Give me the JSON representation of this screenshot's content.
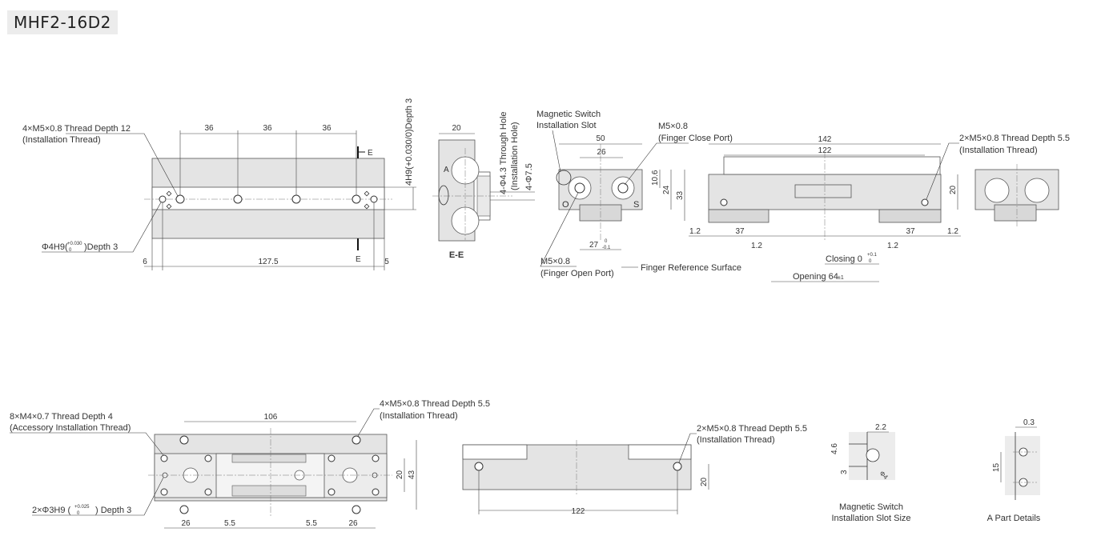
{
  "title": "MHF2-16D2",
  "colors": {
    "part_fill": "#e4e4e4",
    "line": "#444444",
    "text": "#333333"
  },
  "view1": {
    "callout_thread": "4×M5×0.8 Thread Depth 12",
    "callout_thread_sub": "(Installation Thread)",
    "callout_pin": "Φ4H9(+0.030/0)Depth 3",
    "pin_main": "Φ4H9(",
    "pin_tol_upper": "+0.030",
    "pin_tol_lower": "0",
    "pin_tail": ")Depth 3",
    "dim_36a": "36",
    "dim_36b": "36",
    "dim_36c": "36",
    "dim_6": "6",
    "dim_127_5": "127.5",
    "dim_5": "5",
    "section_e_top": "E",
    "section_e_bottom": "E",
    "vertical_label_depth": "4H9(+0.030/0)Depth 3"
  },
  "view_ee": {
    "dim_20": "20",
    "label_a": "A",
    "section_label": "E-E",
    "vertical_through": "4-Φ4.3 Through Hole",
    "vertical_installation": "(Installation Hole)",
    "vertical_phi": "4-Φ7.5"
  },
  "view_front": {
    "slot_label": "Magnetic Switch",
    "slot_label_sub": "Installation Slot",
    "close_port": "M5×0.8",
    "close_port_sub": "(Finger Close Port)",
    "open_port": "M5×0.8",
    "open_port_sub": "(Finger Open Port)",
    "ref_surface": "Finger Reference Surface",
    "dim_50": "50",
    "dim_26": "26",
    "dim_10_6": "10.6",
    "dim_24": "24",
    "dim_33": "33",
    "dim_27": "27",
    "dim_27_tol_upper": "0",
    "dim_27_tol_lower": "-0.1",
    "mark_o": "O",
    "mark_s": "S"
  },
  "view_side": {
    "dim_142": "142",
    "dim_122": "122",
    "dim_20": "20",
    "dim_1_2a": "1.2",
    "dim_37a": "37",
    "dim_1_2b": "1.2",
    "dim_1_2c": "1.2",
    "dim_37b": "37",
    "dim_1_2d": "1.2",
    "closing": "Closing 0",
    "closing_tol_upper": "+0.1",
    "closing_tol_lower": "0",
    "opening": "Opening 64",
    "opening_tol": "±1",
    "thread_callout": "2×M5×0.8 Thread Depth 5.5",
    "thread_callout_sub": "(Installation Thread)"
  },
  "view_top": {
    "callout_m4": "8×M4×0.7 Thread Depth 4",
    "callout_m4_sub": "(Accessory Installation Thread)",
    "callout_m5": "4×M5×0.8 Thread Depth 5.5",
    "callout_m5_sub": "(Installation Thread)",
    "callout_pin": "2×Φ3H9 (",
    "pin_tol_upper": "+0.025",
    "pin_tol_lower": "0",
    "pin_tail": ") Depth 3",
    "dim_106": "106",
    "dim_20": "20",
    "dim_43": "43",
    "dim_26a": "26",
    "dim_5_5a": "5.5",
    "dim_5_5b": "5.5",
    "dim_26b": "26"
  },
  "view_bottom": {
    "callout": "2×M5×0.8 Thread Depth 5.5",
    "callout_sub": "(Installation Thread)",
    "dim_122": "122",
    "dim_20": "20"
  },
  "detail_slot": {
    "dim_2_2": "2.2",
    "dim_4_6": "4.6",
    "dim_3": "3",
    "dim_phi4": "Φ4",
    "caption": "Magnetic Switch",
    "caption_sub": "Installation Slot Size"
  },
  "detail_a": {
    "dim_0_3": "0.3",
    "dim_15": "15",
    "caption": "A Part Details"
  }
}
